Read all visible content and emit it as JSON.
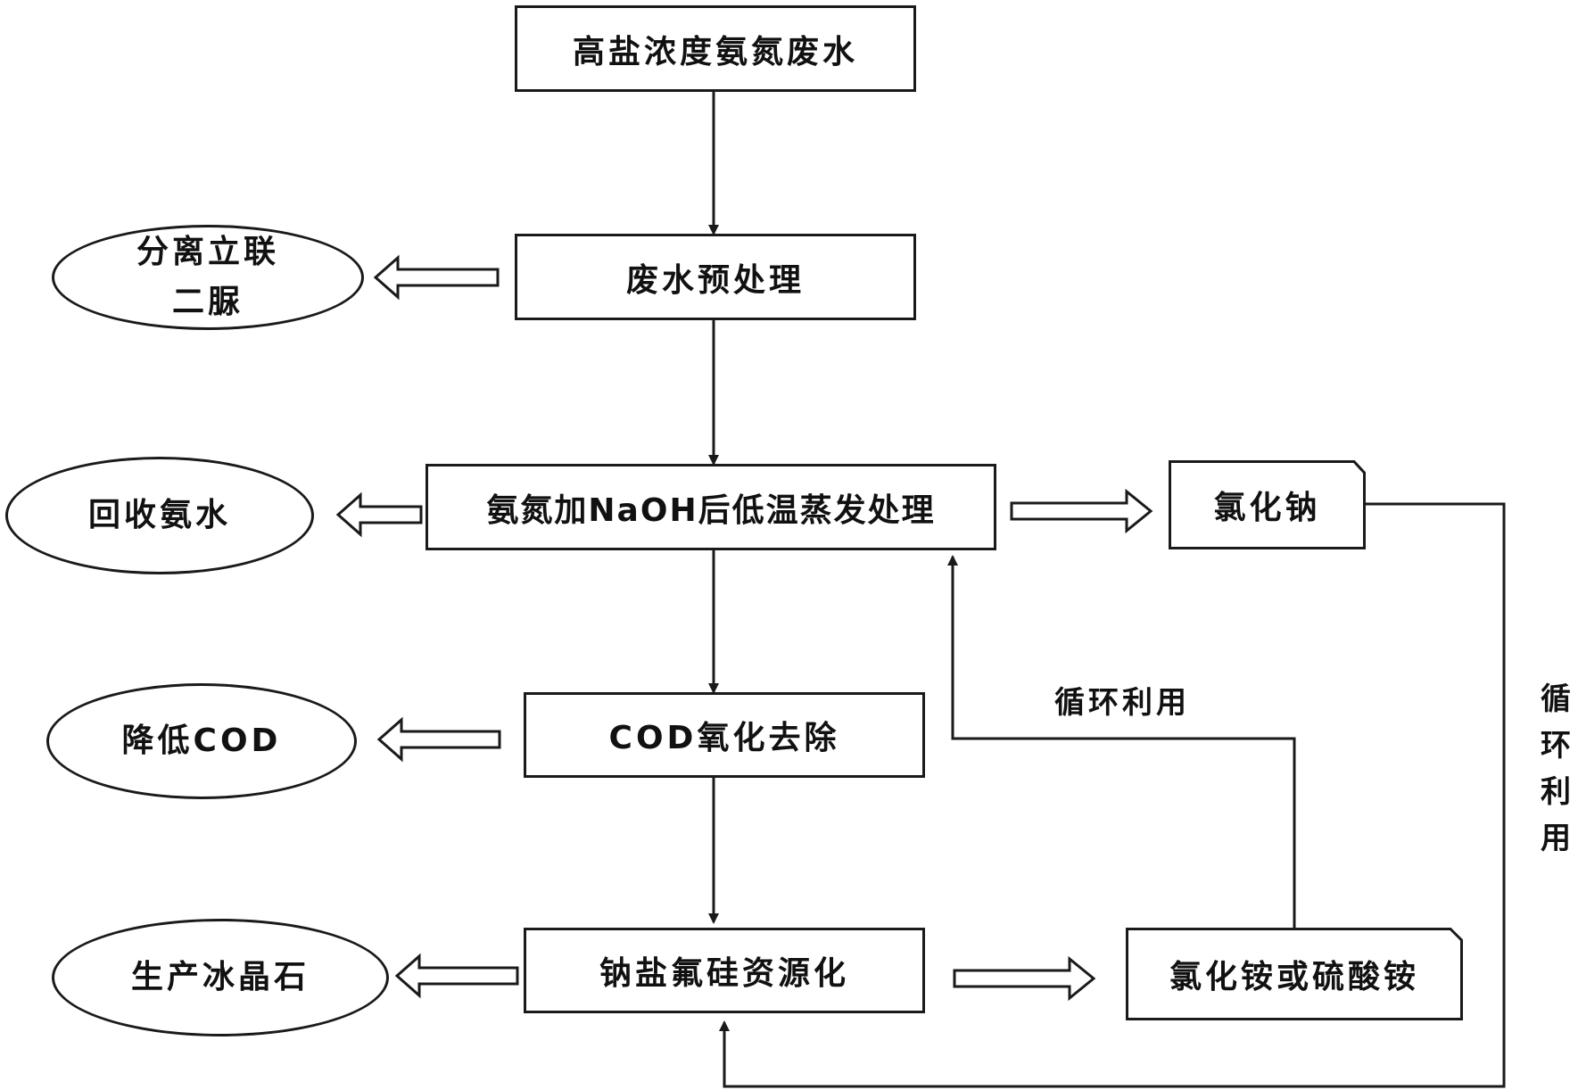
{
  "nodes": {
    "raw_wastewater": "高盐浓度氨氮废水",
    "pretreatment": "废水预处理",
    "evaporation": "氨氮加NaOH后低温蒸发处理",
    "cod_removal": "COD氧化去除",
    "resource": "钠盐氟硅资源化",
    "separate_line1": "分离立联",
    "separate_line2": "二脲",
    "recover_ammonia": "回收氨水",
    "reduce_cod": "降低COD",
    "cryolite": "生产冰晶石",
    "sodium_chloride": "氯化钠",
    "ammonium_salts": "氯化铵或硫酸铵"
  },
  "labels": {
    "recycle_mid": "循环利用",
    "recycle_right": [
      "循",
      "环",
      "利",
      "用"
    ]
  }
}
